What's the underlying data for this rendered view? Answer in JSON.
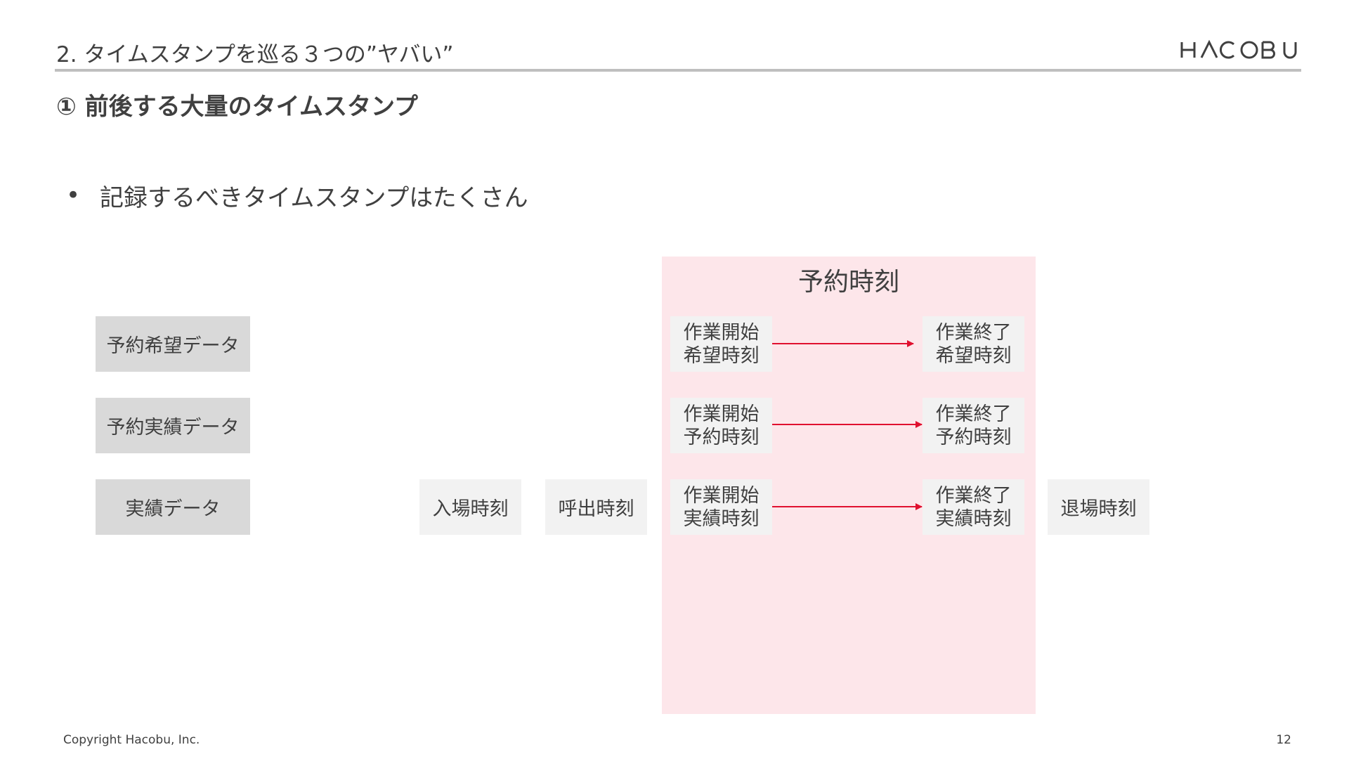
{
  "header": {
    "section_title": "2. タイムスタンプを巡る３つの”ヤバい”",
    "logo_text": "HACOBU"
  },
  "slide": {
    "heading": "① 前後する大量のタイムスタンプ",
    "bullet": "記録するべきタイムスタンプはたくさん"
  },
  "diagram": {
    "panel_title": "予約時刻",
    "rows": [
      {
        "category": "予約希望データ",
        "start": "作業開始\n希望時刻",
        "end": "作業終了\n希望時刻"
      },
      {
        "category": "予約実績データ",
        "start": "作業開始\n予約時刻",
        "end": "作業終了\n予約時刻"
      },
      {
        "category": "実績データ",
        "start": "作業開始\n実績時刻",
        "end": "作業終了\n実績時刻"
      }
    ],
    "entry": "入場時刻",
    "call": "呼出時刻",
    "exit": "退場時刻",
    "arrow_color": "#e0102f",
    "panel_color": "#fde6ea"
  },
  "footer": {
    "copyright": "Copyright Hacobu, Inc.",
    "page": "12"
  }
}
